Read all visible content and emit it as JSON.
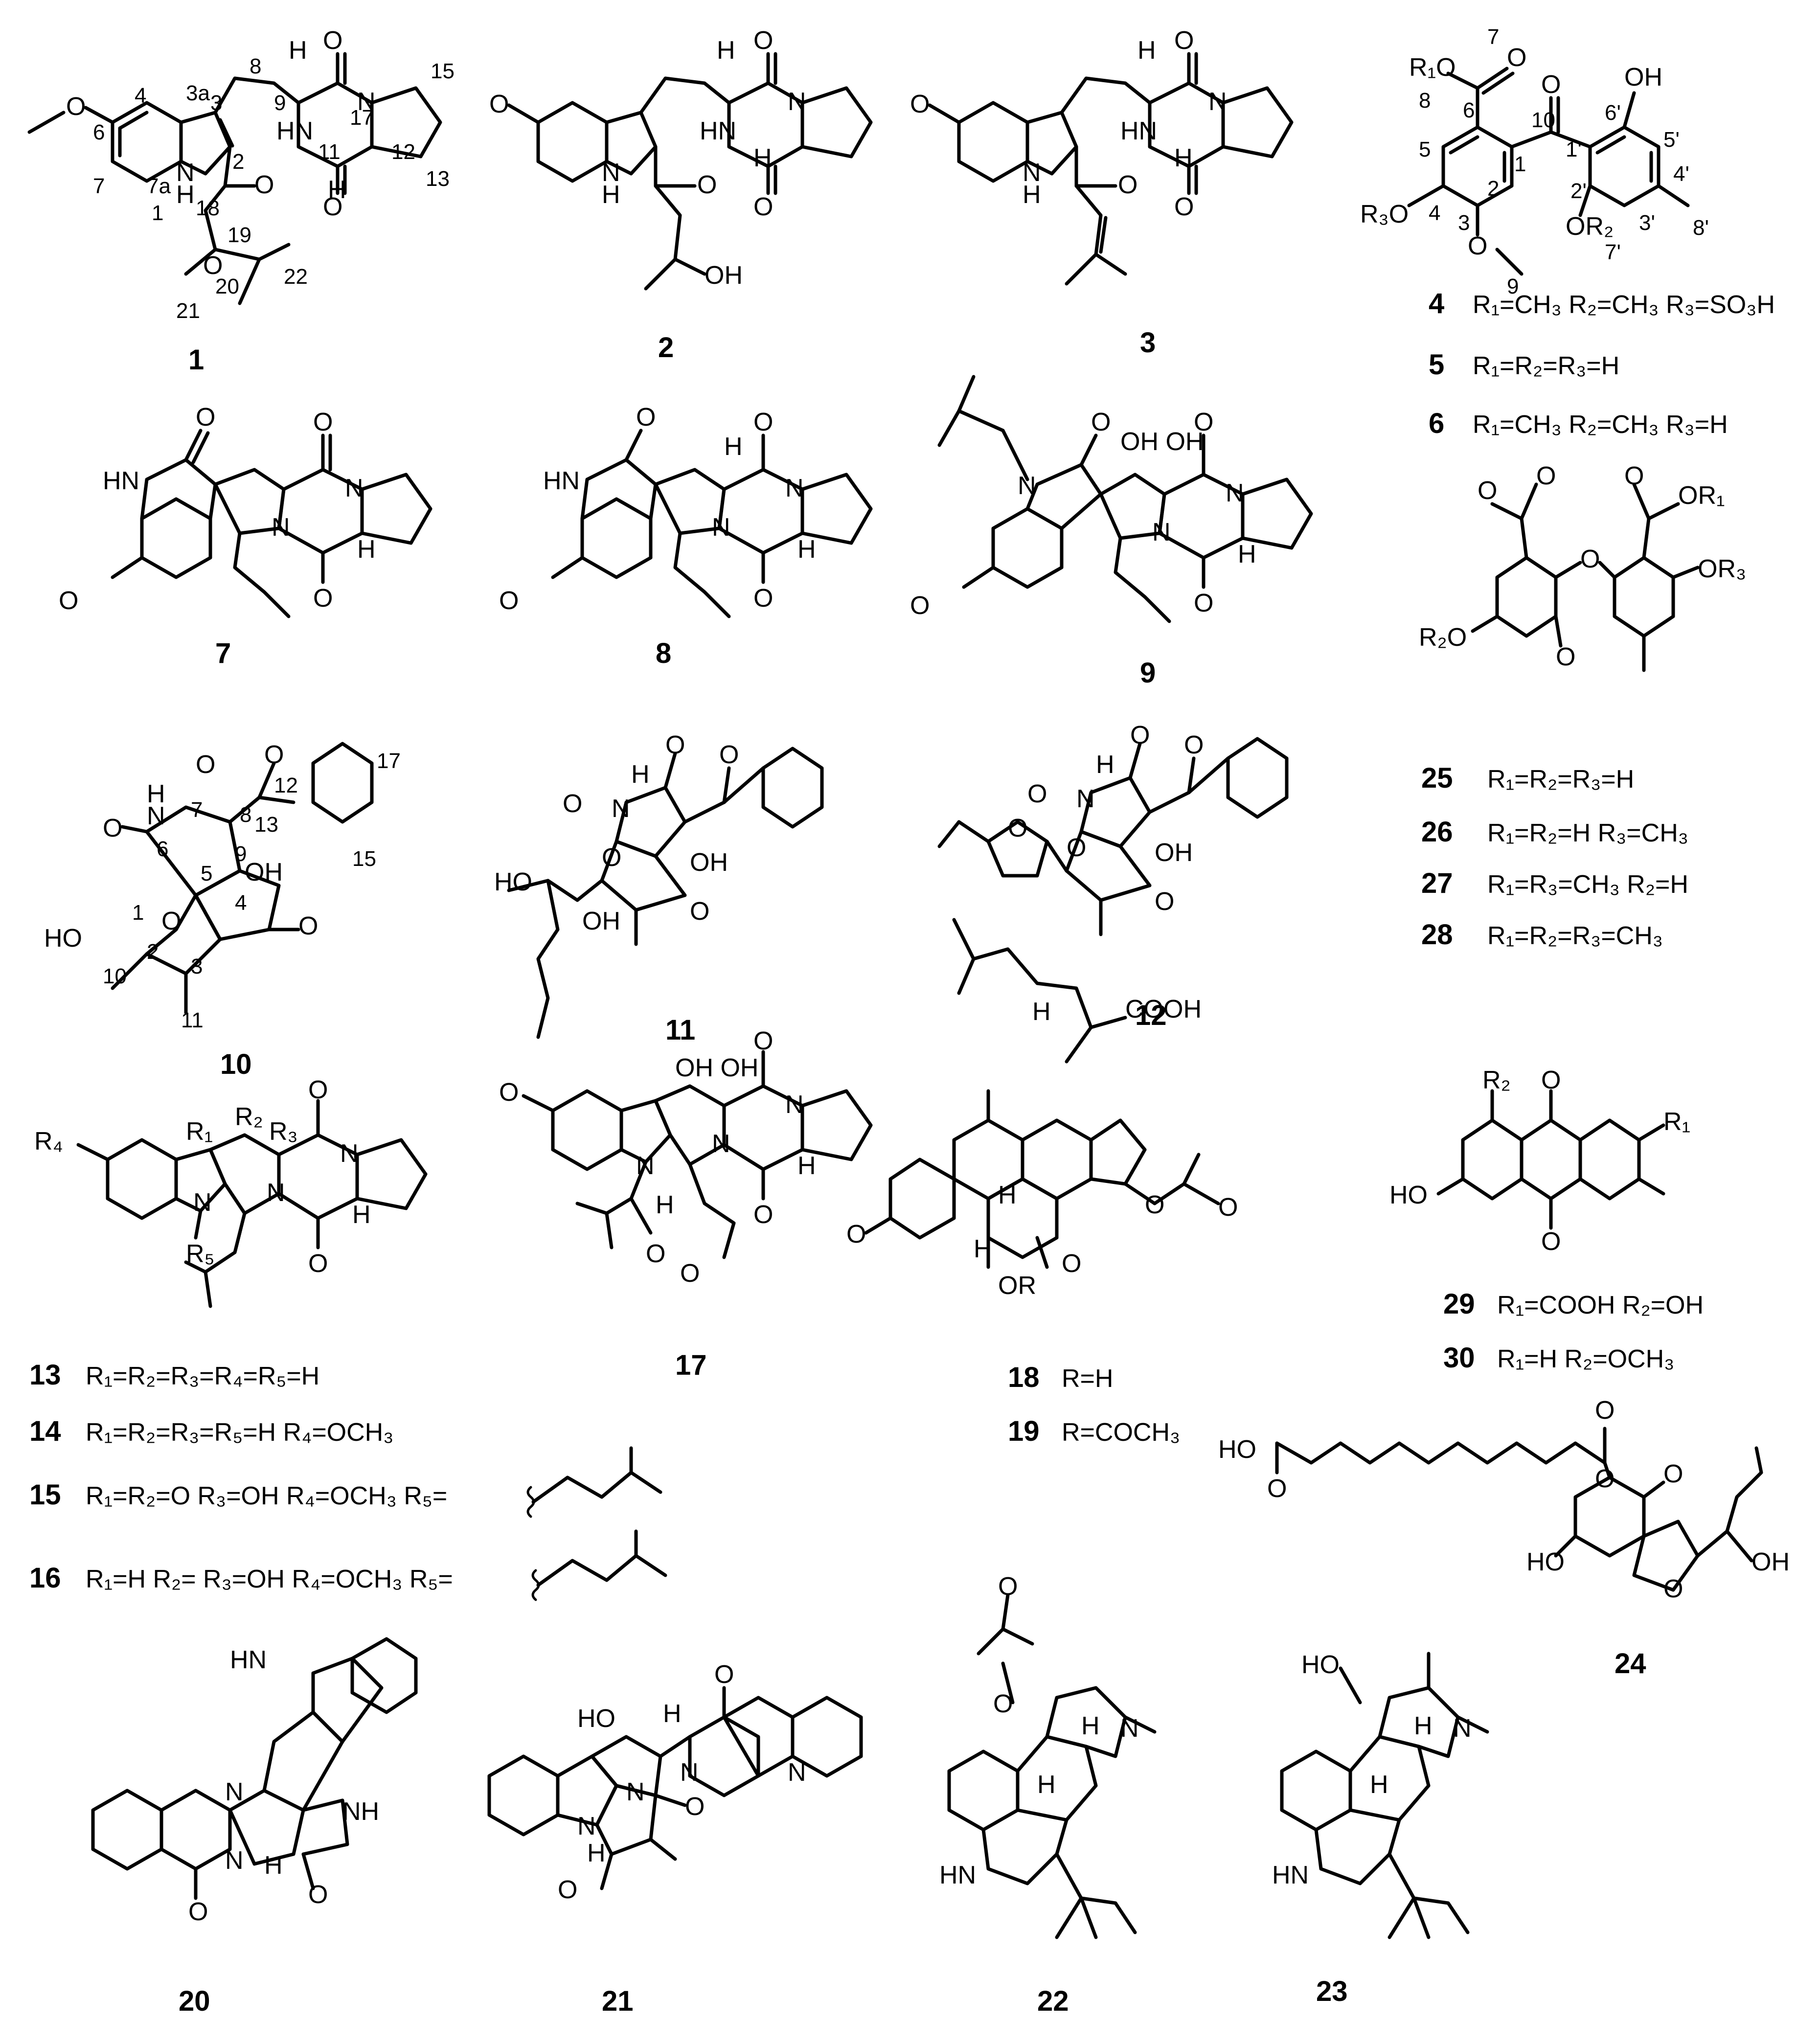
{
  "compounds": {
    "c1": {
      "id": "1"
    },
    "c2": {
      "id": "2"
    },
    "c3": {
      "id": "3"
    },
    "c4g": {
      "id": "4"
    },
    "c7": {
      "id": "7"
    },
    "c8": {
      "id": "8"
    },
    "c9": {
      "id": "9"
    },
    "c10": {
      "id": "10"
    },
    "c11": {
      "id": "11"
    },
    "c12": {
      "id": "12"
    },
    "c17": {
      "id": "17"
    },
    "c18g": {
      "id": "18"
    },
    "c20": {
      "id": "20"
    },
    "c21": {
      "id": "21"
    },
    "c22": {
      "id": "22"
    },
    "c23": {
      "id": "23"
    },
    "c24": {
      "id": "24"
    }
  },
  "series_4_6": [
    {
      "id": "4",
      "subst": "R₁=CH₃  R₂=CH₃  R₃=SO₃H"
    },
    {
      "id": "5",
      "subst": "R₁=R₂=R₃=H"
    },
    {
      "id": "6",
      "subst": "R₁=CH₃  R₂=CH₃  R₃=H"
    }
  ],
  "series_25_28": [
    {
      "id": "25",
      "subst": "R₁=R₂=R₃=H"
    },
    {
      "id": "26",
      "subst": "R₁=R₂=H  R₃=CH₃"
    },
    {
      "id": "27",
      "subst": "R₁=R₃=CH₃  R₂=H"
    },
    {
      "id": "28",
      "subst": "R₁=R₂=R₃=CH₃"
    }
  ],
  "series_29_30": [
    {
      "id": "29",
      "subst": "R₁=COOH  R₂=OH"
    },
    {
      "id": "30",
      "subst": "R₁=H  R₂=OCH₃"
    }
  ],
  "series_13_16": [
    {
      "id": "13",
      "subst": "R₁=R₂=R₃=R₄=R₅=H"
    },
    {
      "id": "14",
      "subst": "R₁=R₂=R₃=R₅=H   R₄=OCH₃"
    },
    {
      "id": "15",
      "subst": "R₁=R₂=O   R₃=OH   R₄=OCH₃   R₅="
    },
    {
      "id": "16",
      "subst": "R₁=H   R₂= R₃=OH   R₄=OCH₃   R₅="
    }
  ],
  "series_18_19": [
    {
      "id": "18",
      "subst": "R=H"
    },
    {
      "id": "19",
      "subst": "R=COCH₃"
    }
  ],
  "atoms": {
    "O": "O",
    "OH": "OH",
    "HO": "HO",
    "N": "N",
    "H": "H",
    "NH": "NH",
    "HN": "HN",
    "COOH": "COOH",
    "OR": "OR",
    "R1": "R₁",
    "R2": "R₂",
    "R3": "R₃",
    "R4": "R₄",
    "R5": "R₅",
    "R1O": "R₁O",
    "R2O": "R₂O",
    "R3O": "R₃O",
    "OR2": "OR₂",
    "OR3": "OR₃",
    "OR1": "OR₁",
    "OOH": "OH OH"
  },
  "numbering_1": [
    "4",
    "3a",
    "3",
    "8",
    "15",
    "6",
    "7",
    "7a",
    "2",
    "9",
    "17",
    "11",
    "12",
    "13",
    "1",
    "18",
    "19",
    "20",
    "22",
    "21"
  ],
  "numbering_4": [
    "7",
    "8",
    "6",
    "10",
    "6'",
    "5'",
    "1'",
    "5",
    "1",
    "4'",
    "2'",
    "2",
    "4",
    "3",
    "3'",
    "8'",
    "9",
    "7'"
  ],
  "numbering_10": [
    "12",
    "7",
    "8",
    "6",
    "13",
    "17",
    "9",
    "5",
    "4",
    "1",
    "2",
    "3",
    "10",
    "11",
    "15"
  ]
}
